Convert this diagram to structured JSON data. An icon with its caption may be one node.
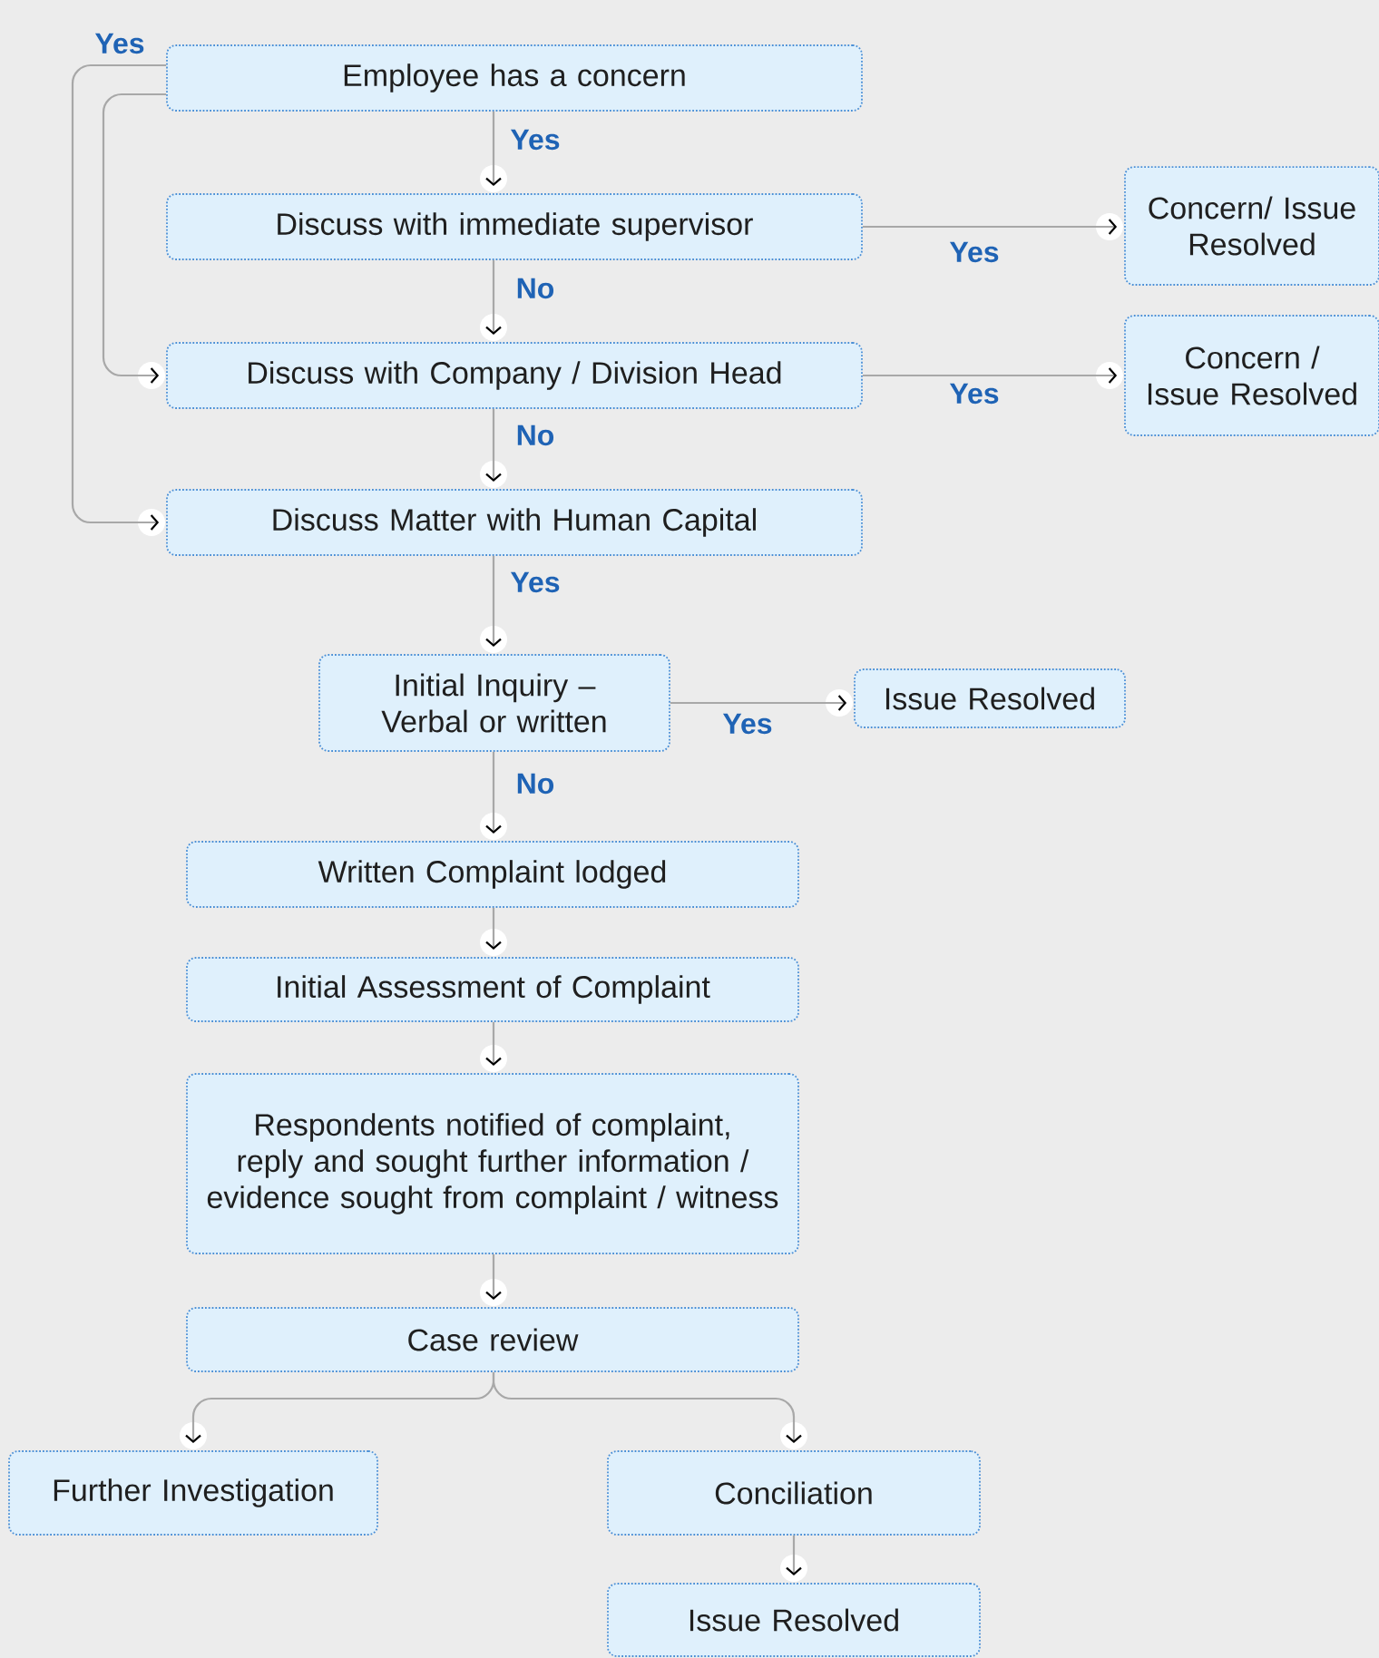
{
  "diagram": {
    "nodes": [
      {
        "text": [
          "Employee has a concern"
        ]
      },
      {
        "text": [
          "Discuss with immediate supervisor"
        ]
      },
      {
        "text": [
          "Concern/ Issue Resolved"
        ]
      },
      {
        "text": [
          "Discuss with Company / Division Head"
        ]
      },
      {
        "text": [
          "Concern / Issue Resolved"
        ]
      },
      {
        "text": [
          "Discuss Matter with Human Capital"
        ]
      },
      {
        "text": [
          "Initial Inquiry – Verbal or written"
        ]
      },
      {
        "text": [
          "Issue Resolved"
        ]
      },
      {
        "text": [
          "Written Complaint lodged"
        ]
      },
      {
        "text": [
          "Initial Assessment of Complaint"
        ]
      },
      {
        "text": [
          "Respondents notified of complaint, reply and sought further information / evidence sought from complaint / witness"
        ]
      },
      {
        "text": [
          "Case review"
        ]
      },
      {
        "text": [
          "Further Investigation"
        ]
      },
      {
        "text": [
          "Conciliation"
        ]
      },
      {
        "text": [
          "Issue Resolved"
        ]
      }
    ],
    "edges": [
      {
        "from": 0,
        "to": 1,
        "arrow": "to",
        "label": "Yes"
      },
      {
        "from": 1,
        "to": 2,
        "arrow": "to",
        "label": "Yes"
      },
      {
        "from": 1,
        "to": 3,
        "arrow": "to",
        "label": "No"
      },
      {
        "from": 3,
        "to": 4,
        "arrow": "to",
        "label": "Yes"
      },
      {
        "from": 3,
        "to": 5,
        "arrow": "to",
        "label": "No"
      },
      {
        "from": 0,
        "to": 3,
        "arrow": "to"
      },
      {
        "from": 0,
        "to": 5,
        "arrow": "to",
        "label": "Yes"
      },
      {
        "from": 5,
        "to": 6,
        "arrow": "to",
        "label": "Yes"
      },
      {
        "from": 6,
        "to": 7,
        "arrow": "to",
        "label": "Yes"
      },
      {
        "from": 6,
        "to": 8,
        "arrow": "to",
        "label": "No"
      },
      {
        "from": 8,
        "to": 9,
        "arrow": "to"
      },
      {
        "from": 9,
        "to": 10,
        "arrow": "to"
      },
      {
        "from": 10,
        "to": 11,
        "arrow": "to"
      },
      {
        "from": 11,
        "to": 12,
        "arrow": "to"
      },
      {
        "from": 11,
        "to": 13,
        "arrow": "to"
      },
      {
        "from": 13,
        "to": 14,
        "arrow": "to"
      }
    ]
  }
}
